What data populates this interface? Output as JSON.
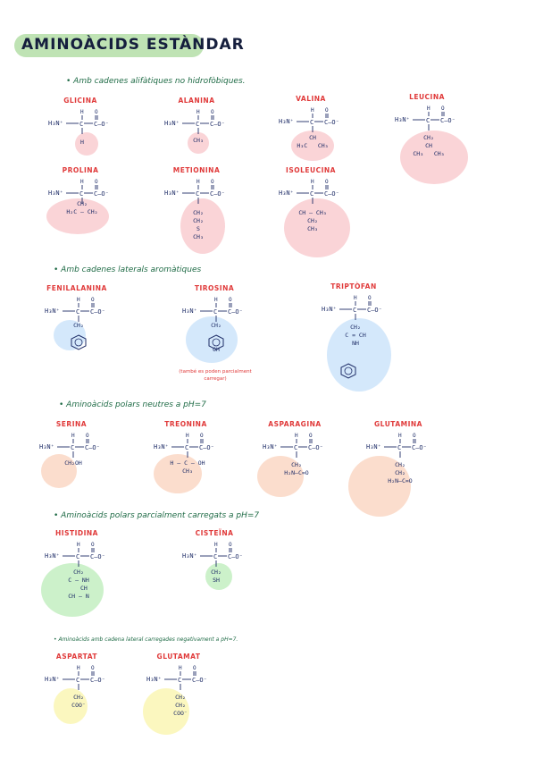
{
  "title": "AMINOÀCIDS ESTÀNDAR",
  "sections": [
    {
      "heading": "• Amb cadenes alifàtiques no hidrofòbiques."
    },
    {
      "heading": "• Amb cadenes laterals aromàtiques"
    },
    {
      "heading": "• Aminoàcids polars neutres a pH=7"
    },
    {
      "heading": "• Aminoàcids polars parcialment carregats a pH=7"
    },
    {
      "heading": "• Aminoàcids amb cadena lateral carregades negativament a pH=7."
    }
  ],
  "backbone": {
    "amine": "H₃N⁺",
    "carboxyl": "C–O⁻",
    "alpha_h": "H",
    "carbonyl_o": "O"
  },
  "amino_acids": [
    {
      "name": "GLICINA",
      "side": "H",
      "color": "#f9cfd3"
    },
    {
      "name": "ALANINA",
      "side": "CH₃",
      "color": "#f9cfd3"
    },
    {
      "name": "VALINA",
      "side": "CH\nH₃C   CH₃",
      "color": "#f9cfd3"
    },
    {
      "name": "LEUCINA",
      "side": "CH₂\nCH\nCH₃   CH₃",
      "color": "#f9cfd3"
    },
    {
      "name": "PROLINA",
      "side": "CH₂\nH₂C — CH₂",
      "color": "#f9cfd3"
    },
    {
      "name": "METIONINA",
      "side": "CH₂\nCH₂\nS\nCH₃",
      "color": "#f9cfd3"
    },
    {
      "name": "ISOLEUCINA",
      "side": "CH — CH₃\nCH₂\nCH₃",
      "color": "#f9cfd3"
    },
    {
      "name": "FENILALANINA",
      "side": "CH₂",
      "color": "#cfe6fb"
    },
    {
      "name": "TIROSINA",
      "side": "CH₂\n\n\nOH",
      "color": "#cfe6fb"
    },
    {
      "name": "TRIPTÒFAN",
      "side": "CH₂\nC = CH\nNH",
      "color": "#cfe6fb"
    },
    {
      "name": "SERINA",
      "side": "CH₂OH",
      "color": "#fbd9c8"
    },
    {
      "name": "TREONINA",
      "side": "H – C – OH\nCH₃",
      "color": "#fbd9c8"
    },
    {
      "name": "ASPARAGINA",
      "side": "CH₂\nH₂N–C=O",
      "color": "#fbd9c8"
    },
    {
      "name": "GLUTAMINA",
      "side": "CH₂\nCH₂\nH₂N–C=O",
      "color": "#fbd9c8"
    },
    {
      "name": "HISTIDINA",
      "side": "CH₂\nC — NH\n   CH\nCH — N",
      "color": "#c6f0c4"
    },
    {
      "name": "CISTEÏNA",
      "side": "CH₂\nSH",
      "color": "#c6f0c4"
    },
    {
      "name": "ASPARTAT",
      "side": "CH₂\nCOO⁻",
      "color": "#fbf6b8"
    },
    {
      "name": "GLUTAMAT",
      "side": "CH₂\nCH₂\nCOO⁻",
      "color": "#fbf6b8"
    }
  ],
  "tirosina_note": "(també es poden parcialment carregar)"
}
